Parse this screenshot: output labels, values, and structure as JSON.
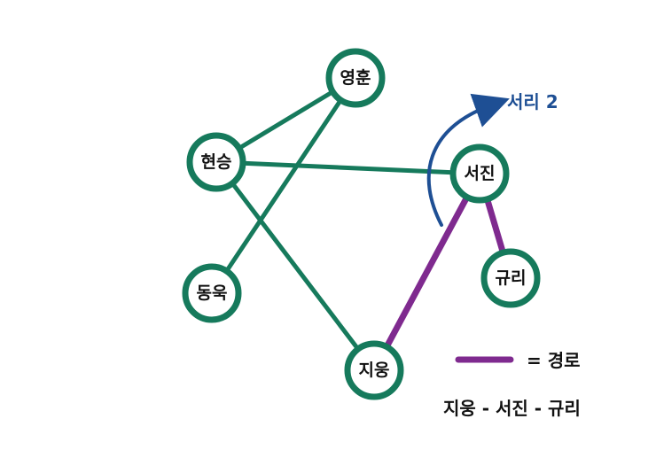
{
  "colors": {
    "node_stroke": "#167a5c",
    "edge": "#167a5c",
    "path": "#7f2a8f",
    "arrow": "#1e4f94",
    "text": "#111111",
    "background": "#ffffff"
  },
  "nodes": {
    "yeonghun": "영훈",
    "hyeonseung": "현승",
    "dongwook": "동욱",
    "jiwoong": "지웅",
    "seojin": "서진",
    "gyuri": "규리"
  },
  "edges": [
    {
      "from": "hyeonseung",
      "to": "yeonghun",
      "kind": "edge"
    },
    {
      "from": "dongwook",
      "to": "yeonghun",
      "kind": "edge"
    },
    {
      "from": "hyeonseung",
      "to": "seojin",
      "kind": "edge"
    },
    {
      "from": "hyeonseung",
      "to": "jiwoong",
      "kind": "edge"
    },
    {
      "from": "jiwoong",
      "to": "seojin",
      "kind": "path"
    },
    {
      "from": "seojin",
      "to": "gyuri",
      "kind": "path"
    }
  ],
  "annotation": {
    "step_label": "서리 2"
  },
  "legend": {
    "path_label": "= 경로",
    "path_sequence": "지웅 - 서진 - 규리"
  }
}
